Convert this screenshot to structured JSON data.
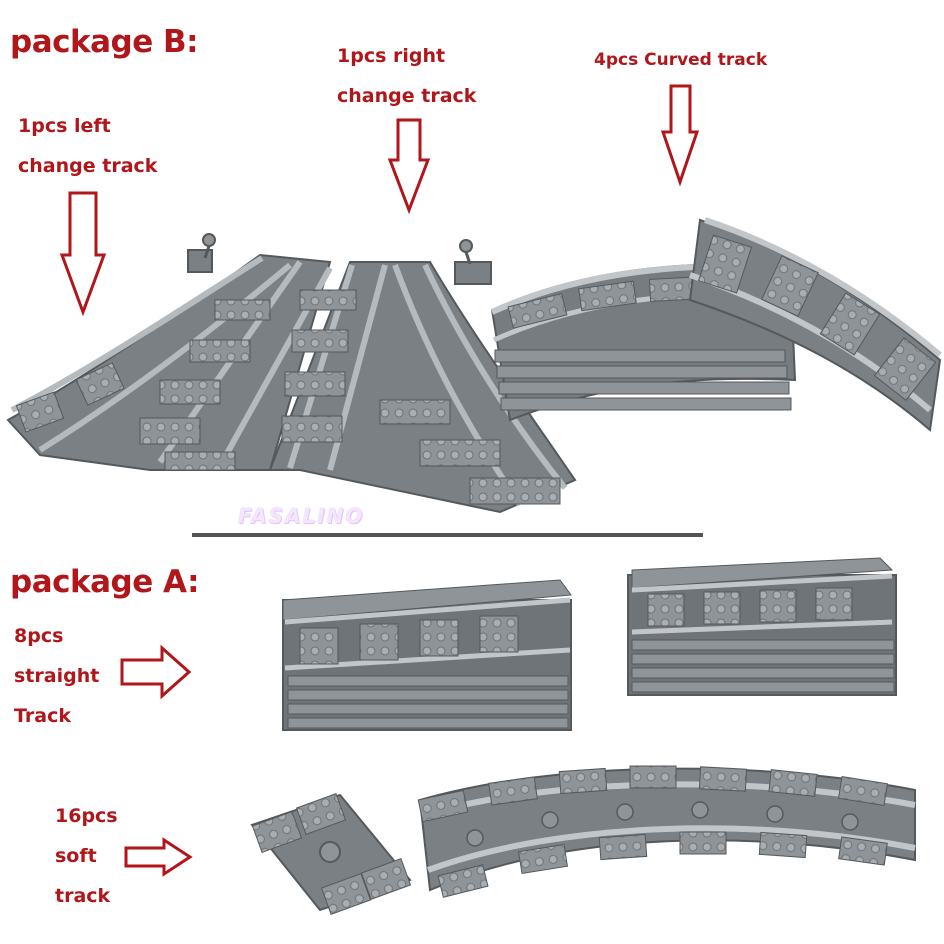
{
  "package_b": {
    "title": "package B:",
    "left_change": {
      "line1": "1pcs left",
      "line2": "change track"
    },
    "right_change": {
      "line1": "1pcs right",
      "line2": "change track"
    },
    "curved": {
      "label": "4pcs Curved track"
    }
  },
  "watermark": "FASALINO",
  "package_a": {
    "title": "package A:",
    "straight": {
      "line1": "8pcs",
      "line2": "straight",
      "line3": "Track"
    },
    "soft": {
      "line1": "16pcs",
      "line2": "soft",
      "line3": "track"
    }
  },
  "colors": {
    "label_red": "#b0161a",
    "track_grey": "#8f9498",
    "track_dark": "#63686c",
    "divider": "#555555"
  }
}
